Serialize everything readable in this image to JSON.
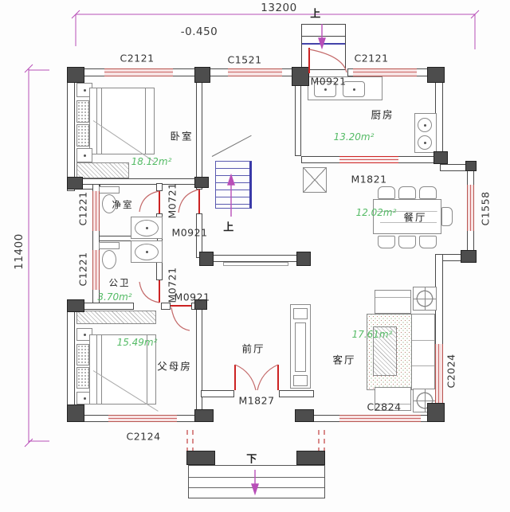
{
  "dimensions": {
    "width_mm": "13200",
    "height_mm": "11400",
    "level": "-0.450"
  },
  "stairs": {
    "up": "上",
    "down": "下"
  },
  "rooms": {
    "bedroom": {
      "name": "卧室",
      "area": "18.12m²"
    },
    "kitchen": {
      "name": "厨房",
      "area": "13.20m²"
    },
    "dining": {
      "name": "餐厅",
      "area": "12.02m²"
    },
    "washroom": {
      "name": "净室"
    },
    "bathroom": {
      "name": "公卫",
      "area": "3.70m²"
    },
    "parents": {
      "name": "父母房",
      "area": "15.49m²"
    },
    "hall": {
      "name": "前厅"
    },
    "living": {
      "name": "客厅",
      "area": "17.61m²"
    }
  },
  "openings": {
    "c2121_left": "C2121",
    "c1521": "C1521",
    "c2121_right": "C2121",
    "m0921_top": "M0921",
    "c1221_upper": "C1221",
    "c1221_lower": "C1221",
    "m0721_upper": "M0721",
    "m0921_upper": "M0921",
    "m0721_lower": "M0721",
    "m0921_lower": "M0921",
    "m1821": "M1821",
    "c1558": "C1558",
    "m1827": "M1827",
    "c2124": "C2124",
    "c2824": "C2824",
    "c2024": "C2024"
  },
  "colors": {
    "window": "#b85450",
    "door": "#cc2222",
    "dimension": "#b84fb8",
    "area_text": "#55bb66",
    "stair": "#3a3aa8",
    "column": "#4d4d4d"
  }
}
